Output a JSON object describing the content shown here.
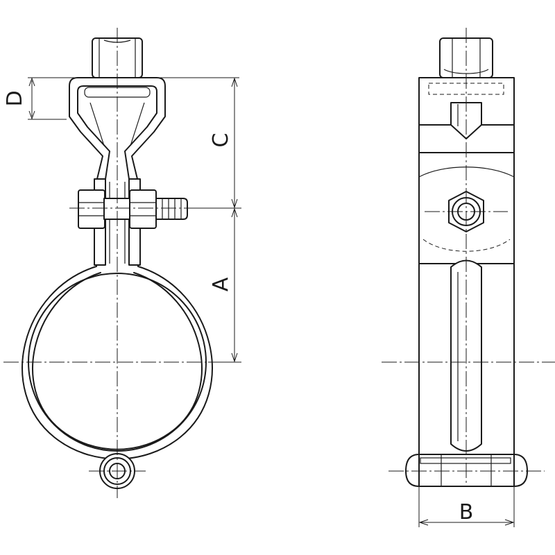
{
  "drawing": {
    "dimension_labels": {
      "a": "A",
      "b": "B",
      "c": "C",
      "d": "D"
    },
    "colors": {
      "line": "#1a1a1a",
      "background": "#ffffff"
    }
  }
}
